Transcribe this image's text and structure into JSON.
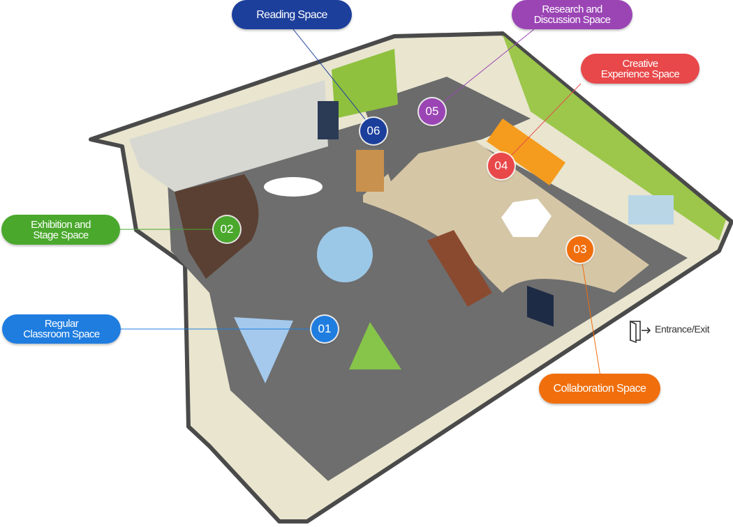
{
  "spaces": [
    {
      "number": "01",
      "label": "Regular\nClassroom Space",
      "color": "#1f7de0"
    },
    {
      "number": "02",
      "label": "Exhibition and\nStage Space",
      "color": "#4aa82d"
    },
    {
      "number": "03",
      "label": "Collaboration Space",
      "color": "#f06e0c"
    },
    {
      "number": "04",
      "label": "Creative\nExperience Space",
      "color": "#e8484a"
    },
    {
      "number": "05",
      "label": "Research and\nDiscussion Space",
      "color": "#9b45b5"
    },
    {
      "number": "06",
      "label": "Reading Space",
      "color": "#1c3f9c"
    }
  ],
  "exit": {
    "label": "Entrance/Exit",
    "icon": "door-exit-icon"
  }
}
